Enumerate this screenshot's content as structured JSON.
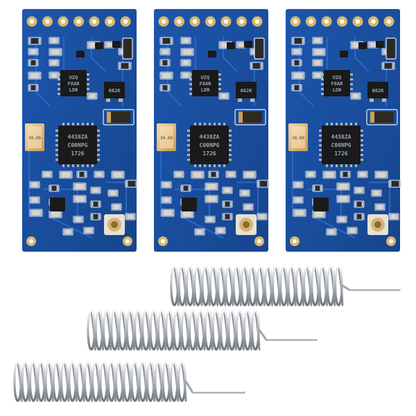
{
  "scene": {
    "background": "#ffffff",
    "board_color": "#1b4fa0",
    "trace_color": "#2e6ccb",
    "silkscreen_color": "#e8eef8",
    "pad_gold": "#d9b86a",
    "chip_color": "#1a1a1a",
    "spring_color": "#c9ccd1"
  },
  "boards": [
    {
      "id": "board-1",
      "chip_upper": {
        "line1": "UZQ",
        "line2": "F8AR",
        "line3": "LDR"
      },
      "chip_main": {
        "line1": "4438ZA",
        "line2": "C00NPG",
        "line3": "1726"
      },
      "regulator": "662K",
      "crystal": "30.00"
    },
    {
      "id": "board-2",
      "chip_upper": {
        "line1": "UZQ",
        "line2": "F8AR",
        "line3": "LDR"
      },
      "chip_main": {
        "line1": "4438ZA",
        "line2": "C00NPG",
        "line3": "1726"
      },
      "regulator": "662K",
      "crystal": "30.00"
    },
    {
      "id": "board-3",
      "chip_upper": {
        "line1": "UZQ",
        "line2": "F8AR",
        "line3": "LDR"
      },
      "chip_main": {
        "line1": "4438ZA",
        "line2": "C00NPG",
        "line3": "1726"
      },
      "regulator": "662K",
      "crystal": "30.00"
    }
  ],
  "antennas": [
    {
      "id": "spring-antenna-1",
      "coils": 22
    },
    {
      "id": "spring-antenna-2",
      "coils": 22
    },
    {
      "id": "spring-antenna-3",
      "coils": 22
    }
  ]
}
